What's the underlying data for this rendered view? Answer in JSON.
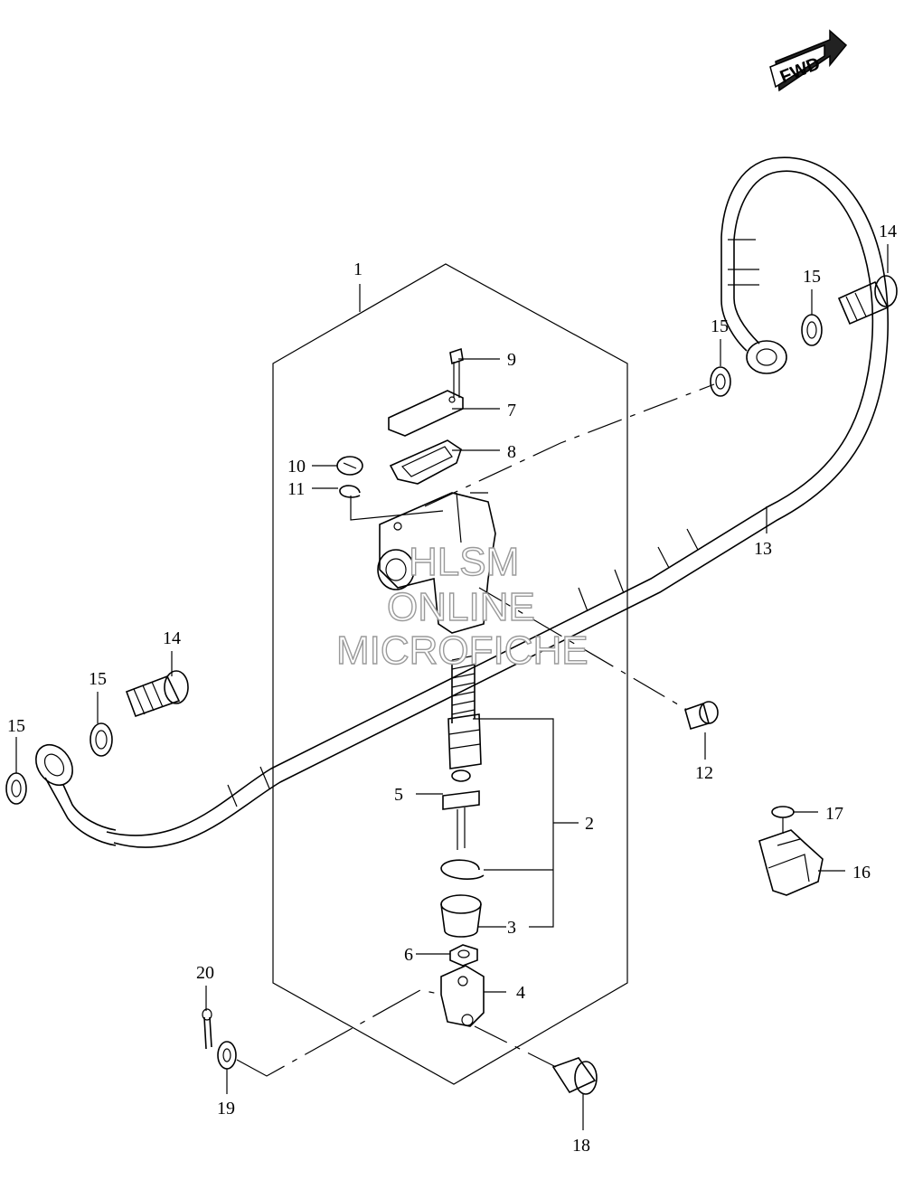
{
  "direction_badge": "FWD",
  "watermark": [
    "HLSM",
    "ONLINE",
    "MICROFICHE"
  ],
  "callouts": {
    "c1": "1",
    "c2": "2",
    "c3": "3",
    "c4": "4",
    "c5": "5",
    "c6": "6",
    "c7": "7",
    "c8": "8",
    "c9": "9",
    "c10": "10",
    "c11": "11",
    "c12": "12",
    "c13": "13",
    "c14a": "14",
    "c14b": "14",
    "c15a": "15",
    "c15b": "15",
    "c15c": "15",
    "c15d": "15",
    "c16": "16",
    "c17": "17",
    "c18": "18",
    "c19": "19",
    "c20": "20"
  }
}
